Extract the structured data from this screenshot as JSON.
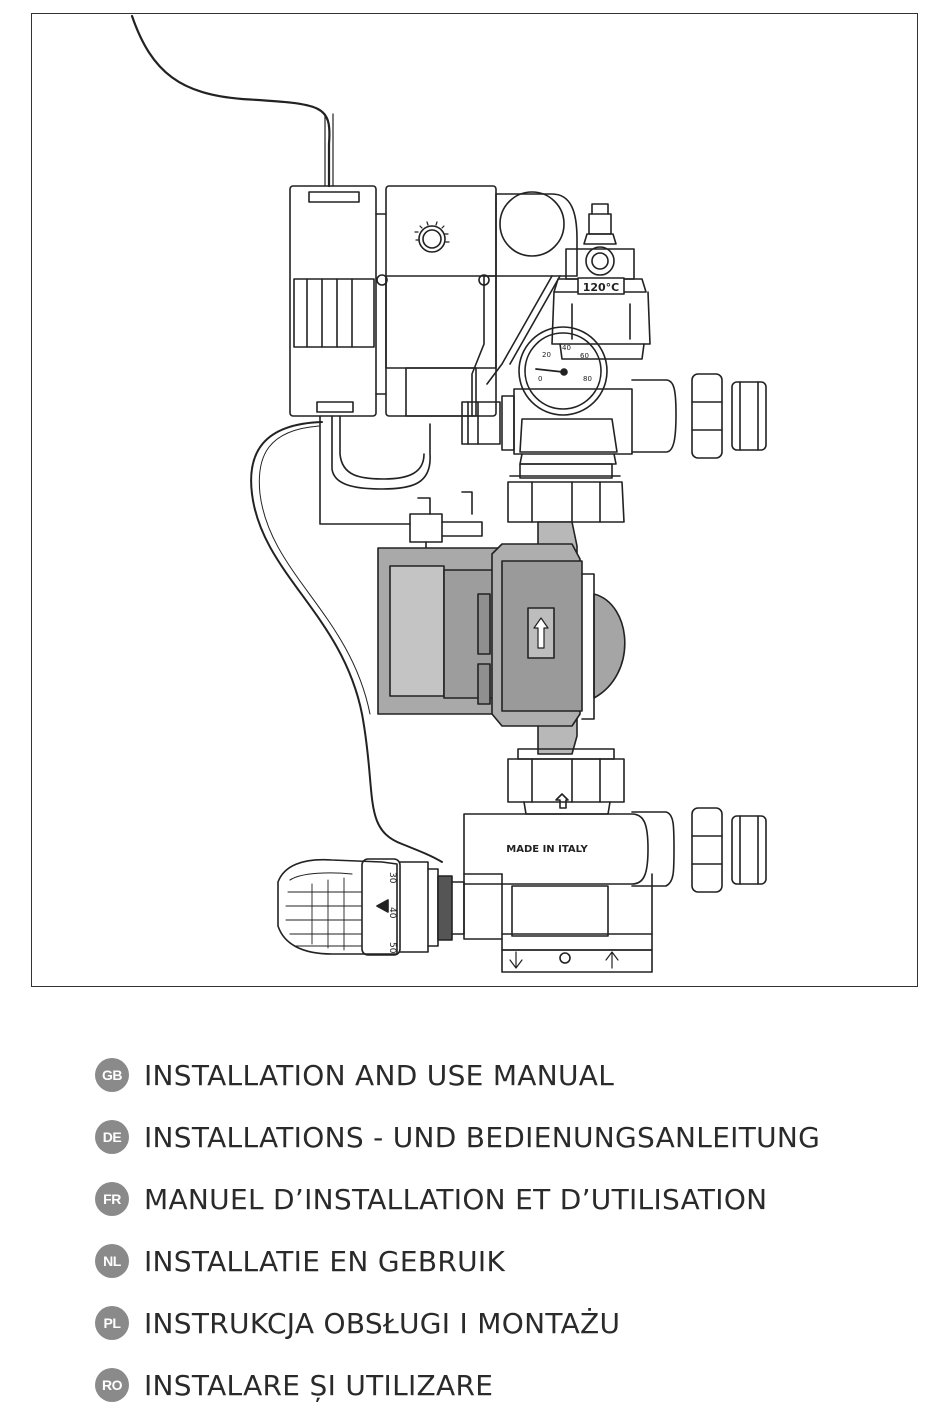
{
  "illustration": {
    "valve_temperature_label": "120°C",
    "gauge_scale": [
      "0",
      "20",
      "40",
      "60",
      "80"
    ],
    "body_marking": "MADE IN ITALY",
    "thermostat_scale": [
      "30",
      "40",
      "50"
    ]
  },
  "manual_titles": [
    {
      "code": "GB",
      "title": "INSTALLATION AND USE MANUAL"
    },
    {
      "code": "DE",
      "title": "INSTALLATIONS - UND BEDIENUNGSANLEITUNG"
    },
    {
      "code": "FR",
      "title": "MANUEL D’INSTALLATION ET D’UTILISATION"
    },
    {
      "code": "NL",
      "title": "INSTALLATIE EN GEBRUIK"
    },
    {
      "code": "PL",
      "title": "INSTRUKCJA OBSŁUGI I MONTAŻU"
    },
    {
      "code": "RO",
      "title": "INSTALARE ȘI UTILIZARE"
    }
  ]
}
